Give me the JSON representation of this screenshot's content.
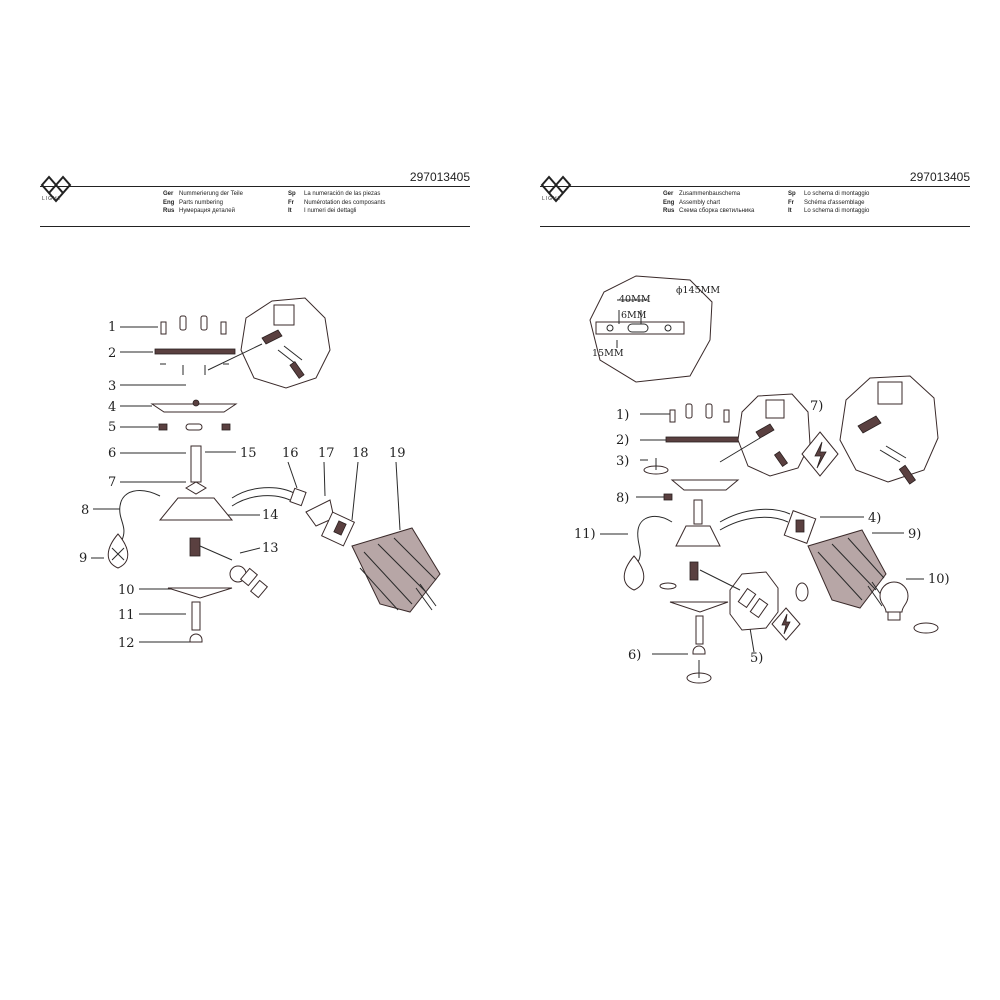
{
  "brand": {
    "logo_text": "LIGHT"
  },
  "left_sheet": {
    "doc_number": "297013405",
    "languages": [
      {
        "code": "Ger",
        "text": "Nummerierung der Teile"
      },
      {
        "code": "Sp",
        "text": "La numeración de las piezas"
      },
      {
        "code": "Eng",
        "text": "Parts numbering"
      },
      {
        "code": "Fr",
        "text": "Numérotation des composants"
      },
      {
        "code": "Rus",
        "text": "Нумерация деталей"
      },
      {
        "code": "It",
        "text": "I numeri dei dettagli"
      }
    ],
    "part_labels": [
      "1",
      "2",
      "3",
      "4",
      "5",
      "6",
      "7",
      "8",
      "9",
      "10",
      "11",
      "12",
      "13",
      "14",
      "15",
      "16",
      "17",
      "18",
      "19"
    ]
  },
  "right_sheet": {
    "doc_number": "297013405",
    "languages": [
      {
        "code": "Ger",
        "text": "Zusammenbauschema"
      },
      {
        "code": "Sp",
        "text": "Lo schema di montaggio"
      },
      {
        "code": "Eng",
        "text": "Assembly chart"
      },
      {
        "code": "Fr",
        "text": "Schéma d'assemblage"
      },
      {
        "code": "Rus",
        "text": "Схема сборка светильника"
      },
      {
        "code": "It",
        "text": "Lo schema di montaggio"
      }
    ],
    "dimensions": {
      "diameter": "ϕ145MM",
      "width": "40MM",
      "slot": "6MM",
      "offset": "15MM"
    },
    "step_labels": [
      "1)",
      "2)",
      "3)",
      "4)",
      "5)",
      "6)",
      "7)",
      "8)",
      "9)",
      "10)",
      "11)"
    ]
  }
}
